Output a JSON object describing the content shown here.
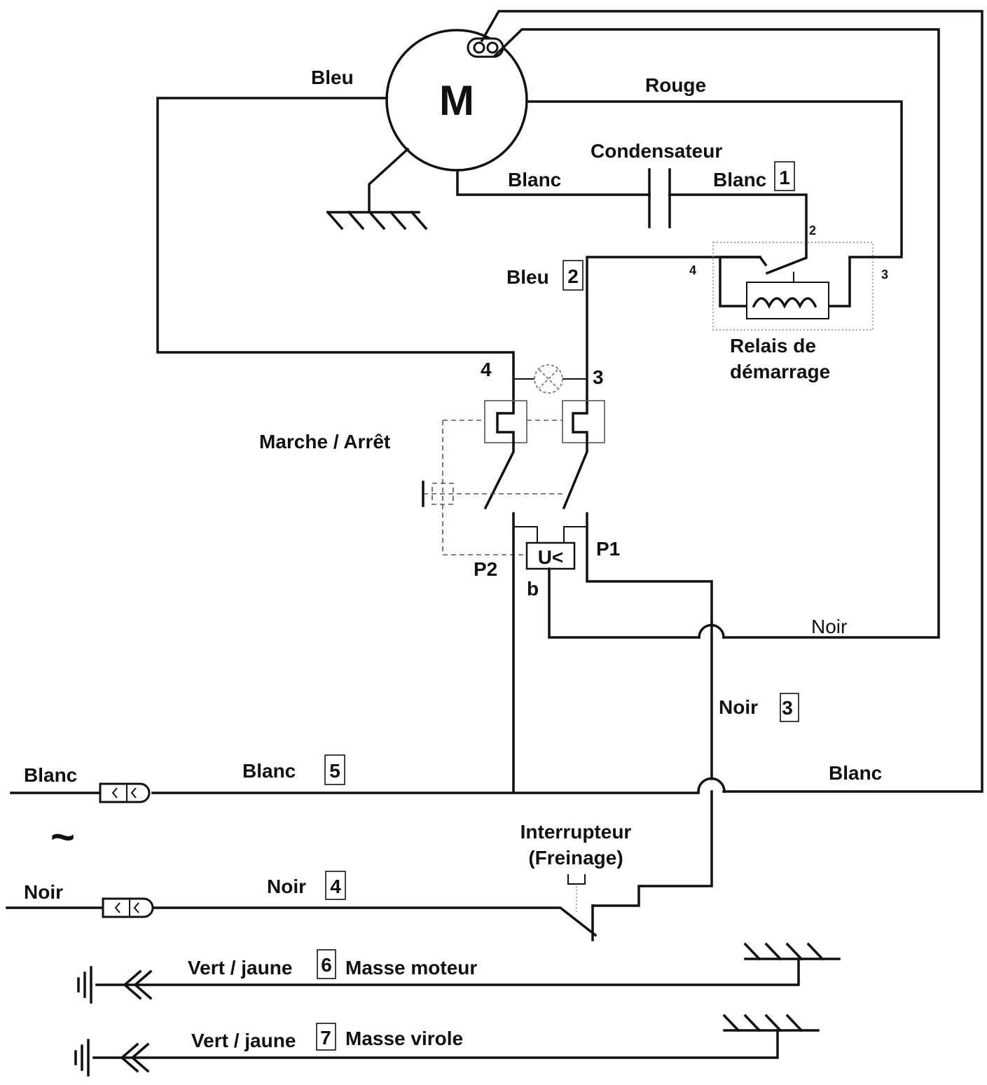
{
  "motor": {
    "symbol": "M"
  },
  "wires": {
    "bleu_top": "Bleu",
    "rouge": "Rouge",
    "condensateur": "Condensateur",
    "blanc_motor": "Blanc",
    "blanc_1": "Blanc",
    "bleu_2": "Bleu",
    "noir_top": "Noir",
    "noir_3": "Noir",
    "blanc_5": "Blanc",
    "blanc_right": "Blanc",
    "noir_4": "Noir",
    "vert_jaune_6": "Vert / jaune",
    "vert_jaune_7": "Vert / jaune"
  },
  "numbers": {
    "n1": "1",
    "n2": "2",
    "n3": "3",
    "n4": "4",
    "n5": "5",
    "n6": "6",
    "n7": "7"
  },
  "relay": {
    "title_line1": "Relais de",
    "title_line2": "démarrage",
    "t2": "2",
    "t3": "3",
    "t4": "4"
  },
  "switch": {
    "title": "Marche / Arrêt",
    "t4": "4",
    "t3": "3",
    "p1": "P1",
    "p2": "P2",
    "b": "b",
    "undervoltage": "U<"
  },
  "supply": {
    "blanc": "Blanc",
    "noir": "Noir",
    "ac_symbol": "~"
  },
  "brake": {
    "line1": "Interrupteur",
    "line2": "(Freinage)"
  },
  "ground": {
    "masse_moteur": "Masse moteur",
    "masse_virole": "Masse virole"
  }
}
